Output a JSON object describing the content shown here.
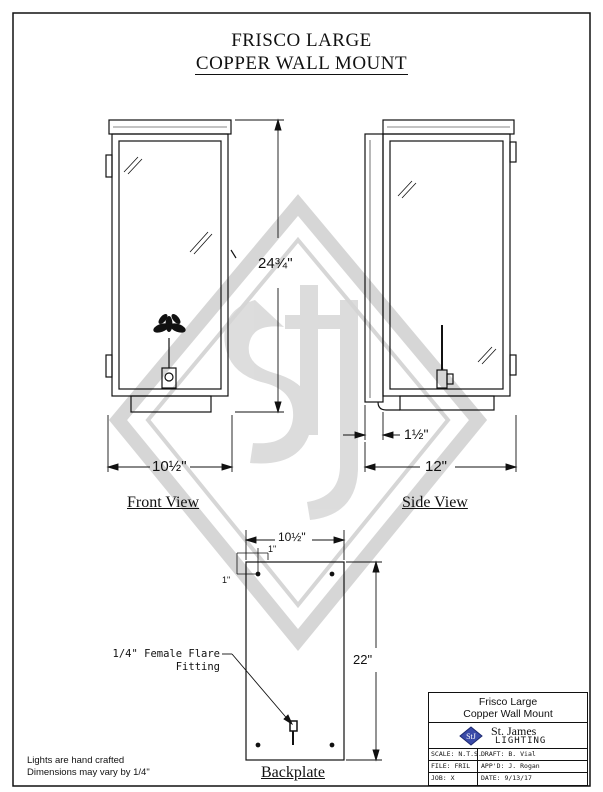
{
  "header": {
    "title_line1": "FRISCO LARGE",
    "title_line2": "COPPER WALL MOUNT"
  },
  "views": {
    "front_label": "Front View",
    "side_label": "Side View",
    "backplate_label": "Backplate"
  },
  "dimensions": {
    "height": "24¾\"",
    "front_width": "10½\"",
    "side_offset": "1½\"",
    "side_depth": "12\"",
    "backplate_width": "10½\"",
    "backplate_hole_x": "1\"",
    "backplate_hole_y": "1\"",
    "backplate_height": "22\""
  },
  "callouts": {
    "fitting_line1": "1/4\" Female Flare",
    "fitting_line2": "Fitting"
  },
  "notes": {
    "line1": "Lights are hand crafted",
    "line2": "Dimensions may vary by 1/4\""
  },
  "title_block": {
    "product_line1": "Frisco Large",
    "product_line2": "Copper Wall Mount",
    "company": "St. James",
    "company_sub": "LIGHTING",
    "logo_letters": "StJ",
    "scale": "SCALE: N.T.S.",
    "draft": "DRAFT: B. Vial",
    "file": "FILE: FRIL",
    "approved": "APP'D: J. Rogan",
    "job": "JOB: X",
    "date": "DATE: 9/13/17"
  },
  "colors": {
    "ink": "#111111",
    "watermark": "#c9c9c9",
    "logo_blue": "#3a4aa8"
  }
}
